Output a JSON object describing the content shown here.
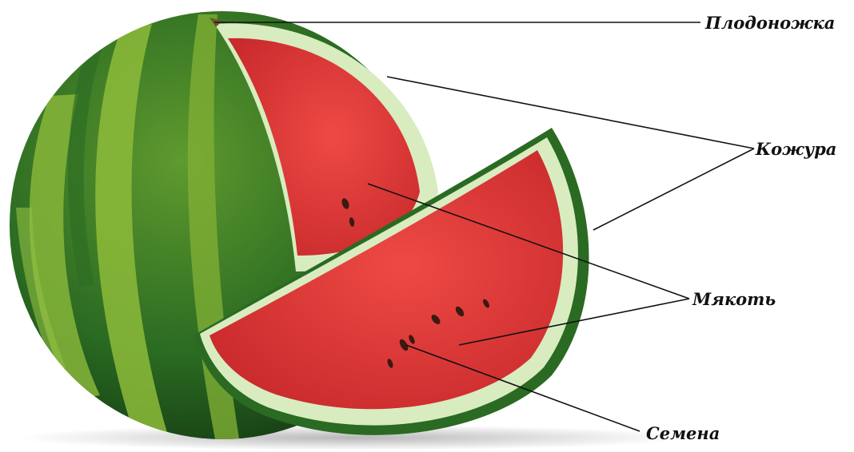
{
  "labels": {
    "stem": "Плодоножка",
    "rind": "Кожура",
    "flesh": "Мякоть",
    "seeds": "Семена"
  },
  "colors": {
    "rind_dark": "#1f5a1f",
    "rind_stripe_light": "#8dbb3a",
    "rind_white": "#d8ecc0",
    "flesh_red": "#e23a3a",
    "flesh_dark": "#c42828",
    "seed": "#3a1a12",
    "leader_line": "#111111"
  }
}
